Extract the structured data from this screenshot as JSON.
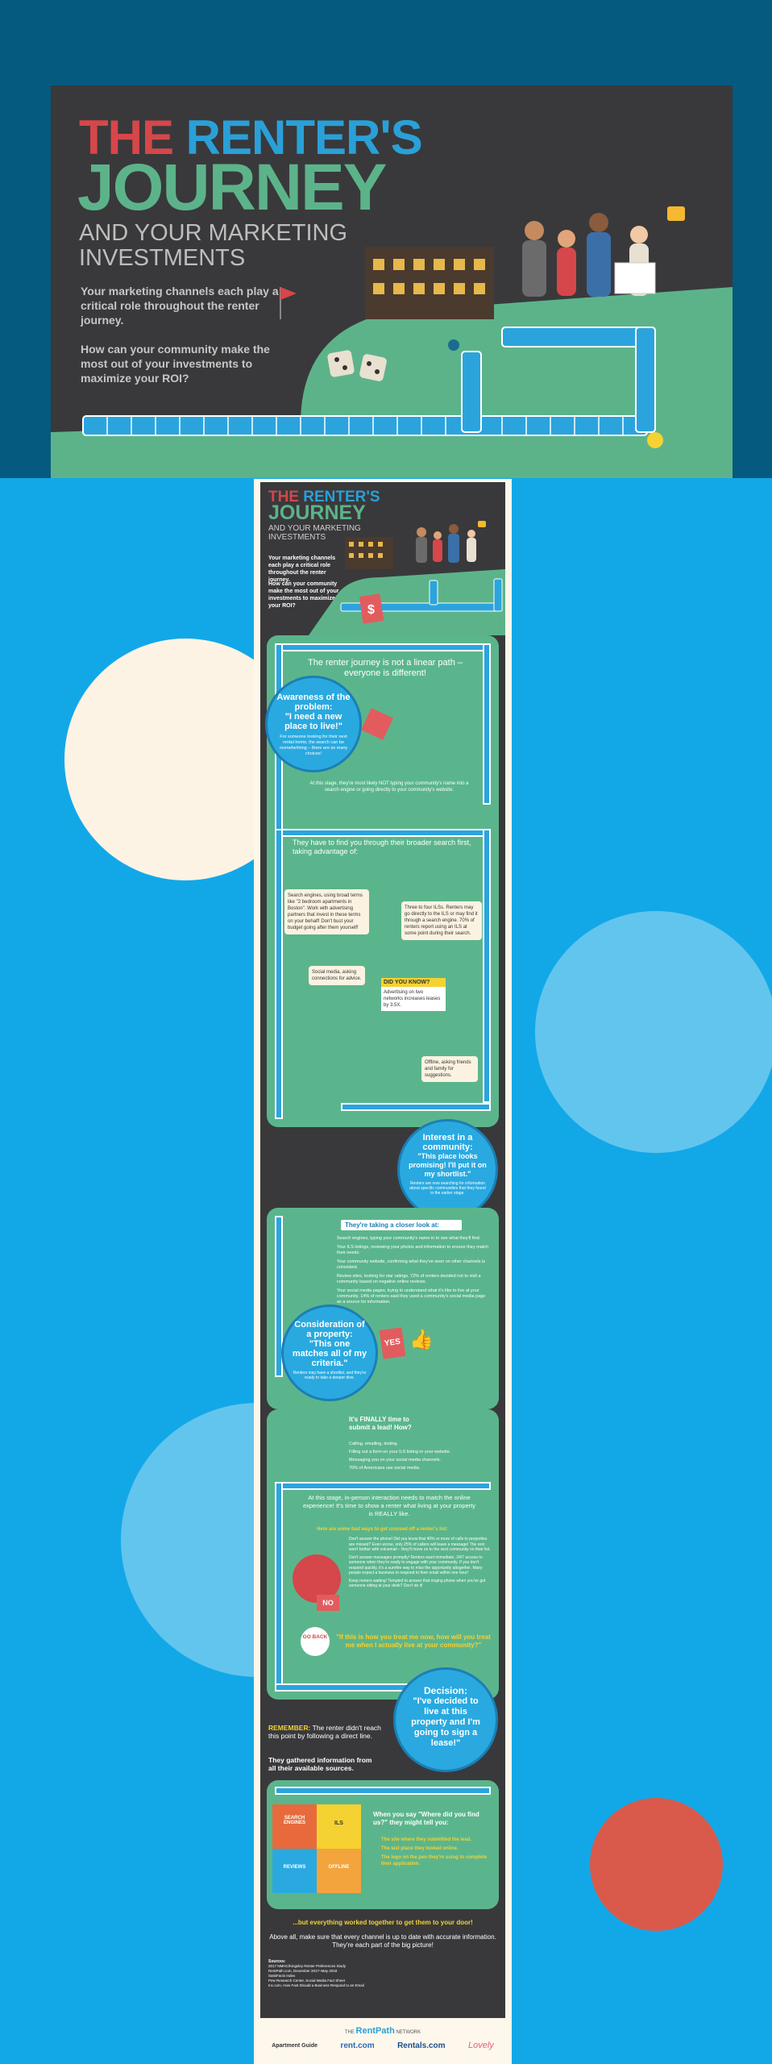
{
  "colors": {
    "top_band": "#055a7f",
    "background": "#12a8e8",
    "panel": "#39393b",
    "accent_red": "#d5474a",
    "accent_blue": "#2aa0d8",
    "accent_green": "#5cb38a",
    "accent_yellow": "#f5d232"
  },
  "hero": {
    "title_the": "THE",
    "title_renters": "RENTER'S",
    "title_journey": "JOURNEY",
    "subtitle": "AND YOUR MARKETING INVESTMENTS",
    "body1": "Your marketing channels each play a critical role throughout the renter journey.",
    "body2": "How can your community make the most out of your investments to maximize your ROI?"
  },
  "poster": {
    "title_the": "THE",
    "title_renters": "RENTER'S",
    "title_journey": "JOURNEY",
    "subtitle": "AND YOUR MARKETING INVESTMENTS",
    "intro1": "Your marketing channels each play a critical role throughout the renter journey.",
    "intro2": "How can your community make the most out of your investments to maximize your ROI?",
    "not_linear": "The renter journey is not a linear path – everyone is different!",
    "awareness_heading": "Awareness of the problem:",
    "awareness_quote": "\"I need a new place to live!\"",
    "awareness_body": "For someone looking for their next rental home, the search can be overwhelming – there are so many choices!",
    "stage_note": "At this stage, they're most likely NOT typing your community's name into a search engine or going directly to your community's website.",
    "broader_search": "They have to find you through their broader search first, taking advantage of:",
    "note_search": "Search engines, using broad terms like \"2 bedroom apartments in Boston\". Work with advertising partners that invest in these terms on your behalf! Don't bust your budget going after them yourself!",
    "note_ils": "Three to four ILSs. Renters may go directly to the ILS or may find it through a search engine. 70% of renters report using an ILS at some point during their search.",
    "note_social": "Social media, asking connections for advice.",
    "did_you_know": "DID YOU KNOW?",
    "did_you_know_body": "Advertising on two networks increases leases by 3.5X.",
    "note_offline": "Offline, asking friends and family for suggestions.",
    "interest_heading": "Interest in a community:",
    "interest_quote": "\"This place looks promising! I'll put it on my shortlist.\"",
    "interest_body": "Renters are now searching for information about specific communities that they found in the earlier stage.",
    "closer_look": "They're taking a closer look at:",
    "closer_items": [
      "Search engines, typing your community's name in to see what they'll find.",
      "Your ILS listings, reviewing your photos and information to ensure they match their needs.",
      "Your community website, confirming what they've seen on other channels is consistent.",
      "Review sites, looking for star ratings. 72% of renters decided not to visit a community based on negative online reviews.",
      "Your social media pages, trying to understand what it's like to live at your community. 14% of renters said they used a community's social media page as a source for information."
    ],
    "consideration_heading": "Consideration of a property:",
    "consideration_quote": "\"This one matches all of my criteria.\"",
    "consideration_body": "Renters may have a shortlist, and they're ready to take a deeper dive.",
    "yes_label": "YES",
    "finally_text": "It's FINALLY time to submit a lead! How?",
    "finally_items": [
      "Calling, emailing, texting.",
      "Filling out a form on your ILS listing or your website.",
      "Messaging you on your social media channels.",
      "70% of Americans use social media."
    ],
    "in_person": "At this stage, in-person interaction needs to match the online experience! It's time to show a renter what living at your property is REALLY like.",
    "fast_ways": "Here are some fast ways to get crossed off a renter's list:",
    "fast_items": [
      "Don't answer the phone! Did you know that 40% or more of calls to properties are missed? Even worse, only 25% of callers will leave a message! The rest won't bother with voicemail – they'll move on to the next community on their list.",
      "Don't answer messages promptly! Renters want immediate, 24/7 access to someone when they're ready to engage with your community. If you don't respond quickly, it's a surefire way to miss the opportunity altogether. Many people expect a business to respond to their email within one hour!",
      "Keep renters waiting! Tempted to answer that ringing phone when you've got someone sitting at your desk? Don't do it!"
    ],
    "no_label": "NO",
    "go_back": "GO BACK",
    "treat_me": "\"If this is how you treat me now, how will you treat me when I actually live at your community?\"",
    "decision_heading": "Decision:",
    "decision_quote": "\"I've decided to live at this property and I'm going to sign a lease!\"",
    "remember_label": "REMEMBER:",
    "remember_text": "The renter didn't reach this point by following a direct line.",
    "gathered": "They gathered information from all their available sources.",
    "puzzle_labels": [
      "SEARCH ENGINES",
      "ILS",
      "REVIEWS",
      "OFFLINE"
    ],
    "where_find": "When you say \"Where did you find us?\" they might tell you:",
    "where_items": [
      "The site where they submitted the lead.",
      "The last place they looked online.",
      "The logo on the pen they're using to complete their application."
    ],
    "everything": "...but everything worked together to get them to your door!",
    "above_all": "Above all, make sure that every channel is up to date with accurate information. They're each part of the big picture!",
    "sources_label": "Sources:",
    "sources": [
      "2017 NMHC/Kingsley Renter Preferences Study",
      "RentPath.com, December 2017–May 2018",
      "SatisFacts Index",
      "Pew Research Center, Social Media Fact Sheet",
      "Inc.com, How Fast Should a Business Respond to an Email"
    ],
    "footer_network_pre": "THE",
    "footer_network": "RentPath",
    "footer_network_post": "NETWORK",
    "footer_logos": [
      "Apartment Guide",
      "rent.com",
      "Rentals.com",
      "Lovely"
    ]
  }
}
